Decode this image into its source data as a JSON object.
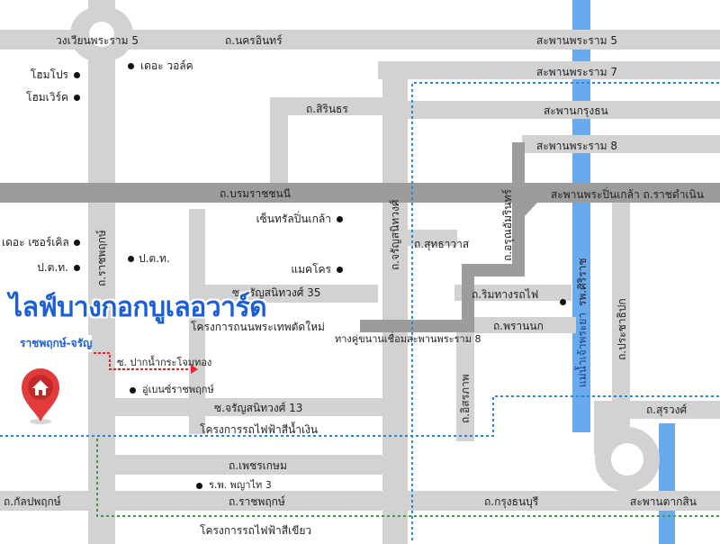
{
  "colors": {
    "road": "#d2d2d2",
    "road_dark": "#9c9c9c",
    "river": "#6aa9ec",
    "blue_line": "#2e86d8",
    "green_line": "#3f9a4a",
    "project_text": "#1a5fd6",
    "project_route": "#e8212b",
    "pin": "#e23b3b"
  },
  "project": {
    "name": "ไลฟ์บางกอกบูเลอวาร์ด",
    "subtitle": "ราชพฤกษ์-จรัญ",
    "pin_icon": "home-pin-icon"
  },
  "roads": {
    "wongwian_rama5": "วงเวียนพระราม 5",
    "nakhon_in": "ถ.นครอินทร์",
    "sirinthorn": "ถ.สิรินธร",
    "borommaratchachonnani": "ถ.บรมราชชนนี",
    "ratchaphruek_north": "ถ.ราชพฤกษ์",
    "charan_soi35": "ซ.จรัญสนิทวงศ์ 35",
    "charan_road": "ถ.จรัญสนิทวงศ์",
    "suthawat": "ถ.สุทธาวาส",
    "arun_amarin": "ถ.อรุณอัมรินทร์",
    "rim_thang_rot_fai": "ถ.ริมทางรถไฟ",
    "phran_nok": "ถ.พรานนก",
    "itsaraphap": "ถ.อิสรภาพ",
    "pracha_thipok": "ถ.ประชาธิปก",
    "chao_phraya": "แม่น้ำเจ้าพระยา",
    "surawong": "ถ.สุรวงศ์",
    "soi_pak_nam": "ซ. ปากน้ำกระโจมทอง",
    "charan_soi13": "ซ.จรัญสนิทวงศ์ 13",
    "phet_kasem": "ถ.เพชรเกษม",
    "kanlapaphruek": "ถ.กัลปพฤกษ์",
    "ratchaphruek_south": "ถ.ราชพฤกษ์",
    "krung_thonburi": "ถ.กรุงธนบุรี",
    "rama8_connector": "ทางคู่ขนานเชื่อมสะพานพระราม 8"
  },
  "bridges": {
    "rama5": "สะพานพระราม 5",
    "rama7": "สะพานพระราม 7",
    "krung_thon": "สะพานกรุงธน",
    "rama8": "สะพานพระราม 8",
    "pinklao": "สะพานพระปิ่นเกล้า ถ.ราชดำเนิน",
    "taksin": "สะพานตากสิน"
  },
  "projects_lines": {
    "new_road_project": "โครงการถนนพระเทพตัดใหม่",
    "purple_line": "โครงการรถไฟฟ้าสีน้ำเงิน",
    "green_line": "โครงการรถไฟฟ้าสีเขียว"
  },
  "places": {
    "homepro": "โฮมโปร",
    "homeworks": "โฮมเวิร์ค",
    "the_walk": "เดอะ วอล์ค",
    "central_pinklao": "เซ็นทรัลปิ่นเกล้า",
    "the_circle": "เดอะ เซอร์เคิล",
    "post_office_1": "ป.ต.ท.",
    "post_office_2": "ป.ต.ท.",
    "makro": "แมคโคร",
    "siriraj": "รพ.ศิริราช",
    "depot": "อู่เบนซ์ราชพฤกษ์",
    "phyathai3": "ร.พ. พญาไท 3"
  }
}
